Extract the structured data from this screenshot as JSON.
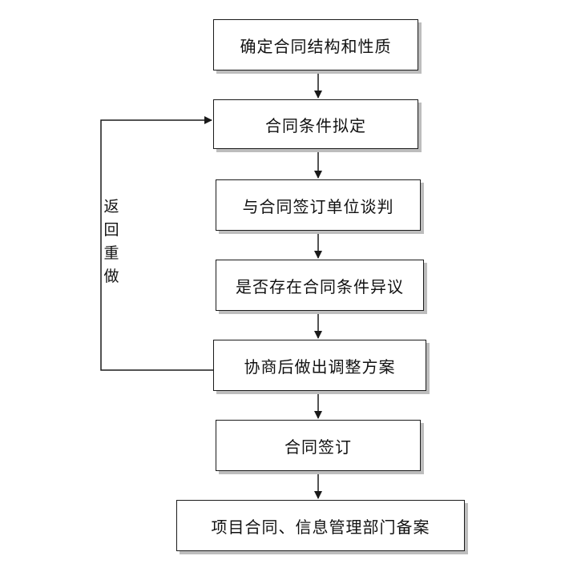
{
  "flowchart": {
    "steps": [
      "确定合同结构和性质",
      "合同条件拟定",
      "与合同签订单位谈判",
      "是否存在合同条件异议",
      "协商后做出调整方案",
      "合同签订",
      "项目合同、信息管理部门备案"
    ],
    "loop_label": "返回重做"
  }
}
